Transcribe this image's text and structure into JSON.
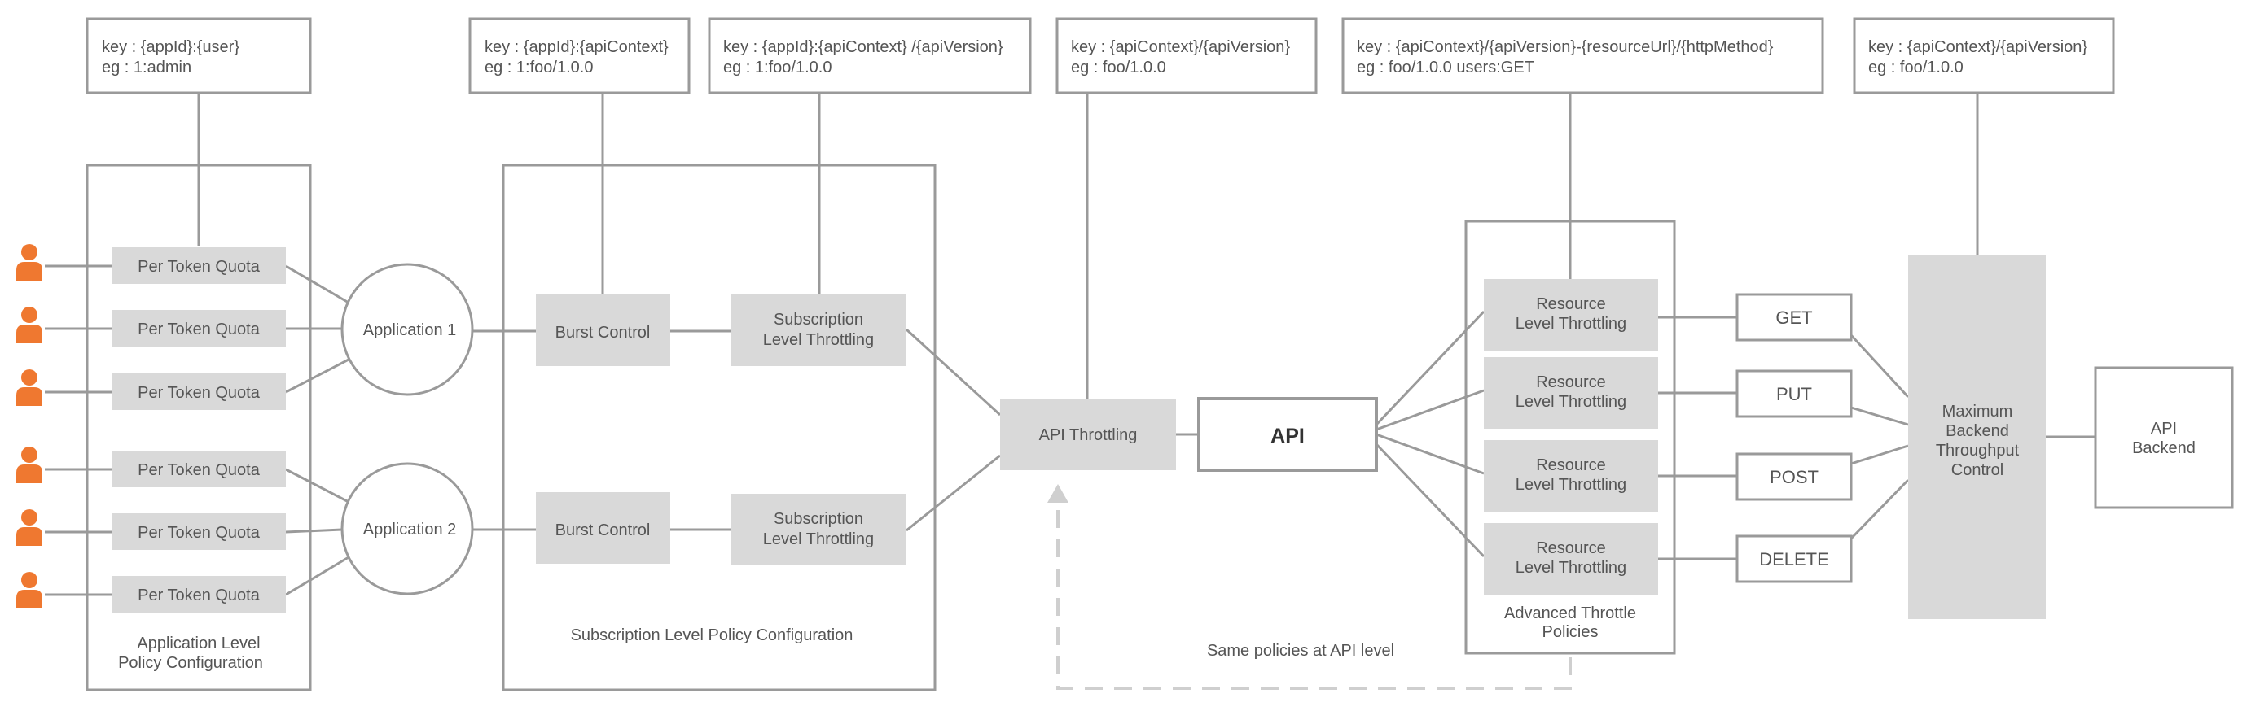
{
  "key_boxes": {
    "app_user": {
      "line1": "key : {appId}:{user}",
      "line2": "eg : 1:admin"
    },
    "app_context": {
      "line1": "key : {appId}:{apiContext}",
      "line2": "eg : 1:foo/1.0.0"
    },
    "app_context_version": {
      "line1": "key : {appId}:{apiContext} /{apiVersion}",
      "line2": "eg : 1:foo/1.0.0"
    },
    "context_version": {
      "line1": "key : {apiContext}/{apiVersion}",
      "line2": "eg : foo/1.0.0"
    },
    "resource": {
      "line1": "key : {apiContext}/{apiVersion}-{resourceUrl}/{httpMethod}",
      "line2": "eg : foo/1.0.0 users:GET"
    },
    "backend": {
      "line1": "key : {apiContext}/{apiVersion}",
      "line2": "eg : foo/1.0.0"
    }
  },
  "per_token_quota": [
    "Per Token Quota",
    "Per Token Quota",
    "Per Token Quota",
    "Per Token Quota",
    "Per Token Quota",
    "Per Token Quota"
  ],
  "applications": [
    "Application 1",
    "Application 2"
  ],
  "app_level_caption": {
    "line1": "Application Level",
    "line2": "Policy Configuration"
  },
  "burst_control": [
    "Burst Control",
    "Burst Control"
  ],
  "subscription_throttling": {
    "line1": [
      "Subscription",
      "Subscription"
    ],
    "line2": [
      "Level Throttling",
      "Level Throttling"
    ]
  },
  "subscription_caption": "Subscription Level Policy Configuration",
  "api_throttling": "API Throttling",
  "api": "API",
  "same_policies": "Same policies at API level",
  "resource_throttling": {
    "line1": [
      "Resource",
      "Resource",
      "Resource",
      "Resource"
    ],
    "line2": [
      "Level Throttling",
      "Level Throttling",
      "Level Throttling",
      "Level Throttling"
    ]
  },
  "advanced_caption": {
    "line1": "Advanced Throttle",
    "line2": "Policies"
  },
  "http_methods": [
    "GET",
    "PUT",
    "POST",
    "DELETE"
  ],
  "backend_control": [
    "Maximum",
    "Backend",
    "Throughput",
    "Control"
  ],
  "api_backend": {
    "line1": "API",
    "line2": "Backend"
  },
  "colors": {
    "accent": "#ef7830",
    "box_fill": "#d9d9d9",
    "stroke": "#9a9a9a",
    "dashed": "#cfcfcf"
  },
  "icons": [
    "user-icon"
  ]
}
